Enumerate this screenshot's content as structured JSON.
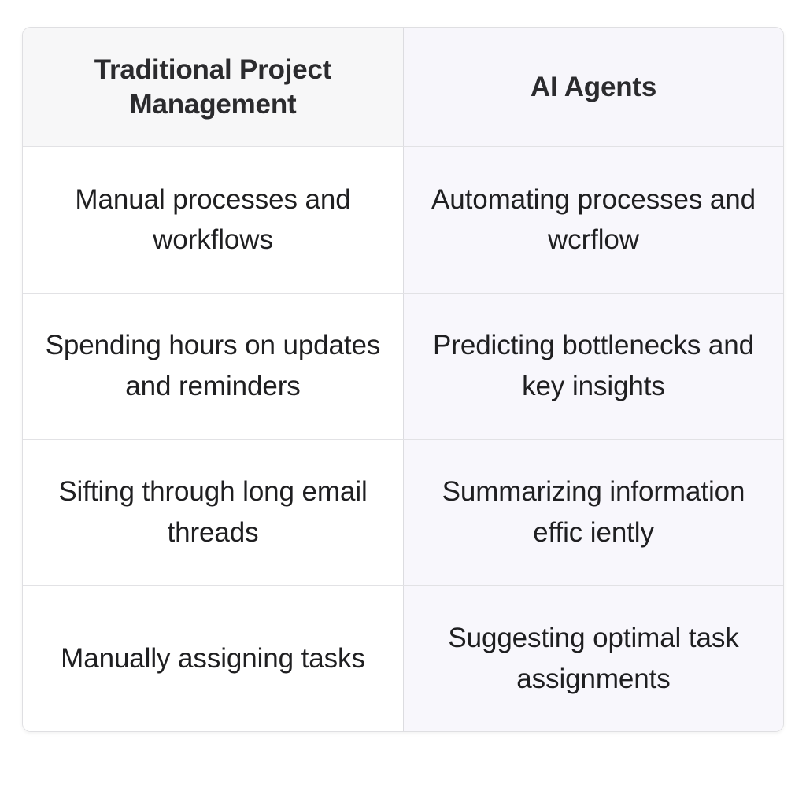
{
  "table": {
    "columns": [
      {
        "id": "traditional",
        "header": "Traditional Project Management"
      },
      {
        "id": "ai_agents",
        "header": "AI Agents"
      }
    ],
    "rows": [
      {
        "left": "Manual processes and workflows",
        "right": "Automating processes and wcrflow"
      },
      {
        "left": "Spending hours on updates and reminders",
        "right": "Predicting bottlenecks and key insights"
      },
      {
        "left": "Sifting through long email threads",
        "right": "Summarizing information effic iently"
      },
      {
        "left": "Manually assigning tasks",
        "right": "Suggesting optimal task assignments"
      }
    ]
  },
  "colors": {
    "page_background": "#ffffff",
    "left_column_background": "#ffffff",
    "right_column_background": "#f8f7fc",
    "header_left_background": "#f7f7f8",
    "header_right_background": "#f7f6fb",
    "border": "#e2e2e5",
    "header_text": "#2b2b2e",
    "body_text": "#1f1f21"
  }
}
